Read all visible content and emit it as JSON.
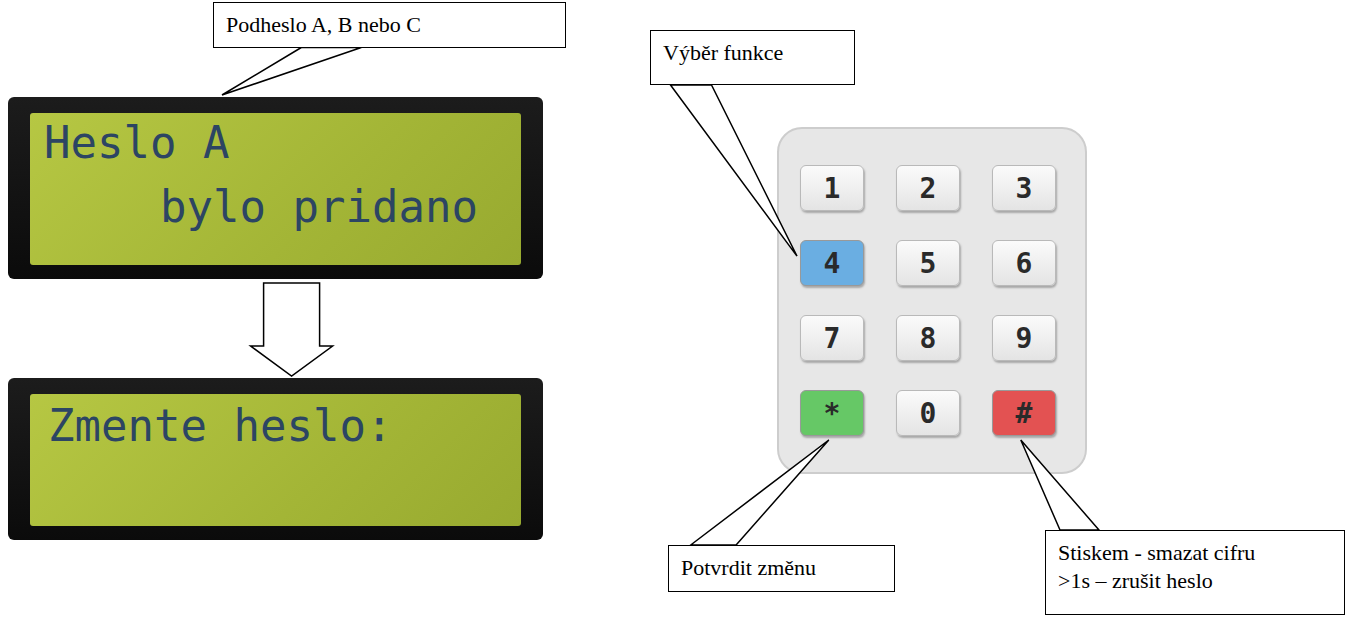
{
  "diagram": {
    "nodes": [
      {
        "text": [
          "Podheslo A, B nebo C"
        ]
      },
      {
        "text": [
          "Výběr funkce"
        ]
      },
      {
        "text": [
          "Heslo A",
          "bylo pridano"
        ]
      },
      {
        "text": [
          "Zmente heslo:"
        ]
      },
      {
        "text": [
          "1"
        ]
      },
      {
        "text": [
          "2"
        ]
      },
      {
        "text": [
          "3"
        ]
      },
      {
        "text": [
          "4"
        ]
      },
      {
        "text": [
          "5"
        ]
      },
      {
        "text": [
          "6"
        ]
      },
      {
        "text": [
          "7"
        ]
      },
      {
        "text": [
          "8"
        ]
      },
      {
        "text": [
          "9"
        ]
      },
      {
        "text": [
          "*"
        ]
      },
      {
        "text": [
          "0"
        ]
      },
      {
        "text": [
          "#"
        ]
      },
      {
        "text": [
          "Potvrdit změnu"
        ]
      },
      {
        "text": [
          "Stiskem - smazat cifru",
          ">1s – zrušit heslo"
        ]
      }
    ],
    "edges": [
      {
        "from": 0,
        "to": 2,
        "arrow": "to"
      },
      {
        "from": 2,
        "to": 3,
        "arrow": "to"
      },
      {
        "from": 1,
        "to": 7,
        "arrow": "to"
      },
      {
        "from": 16,
        "to": 13,
        "arrow": "to"
      },
      {
        "from": 17,
        "to": 15,
        "arrow": "to"
      }
    ]
  }
}
